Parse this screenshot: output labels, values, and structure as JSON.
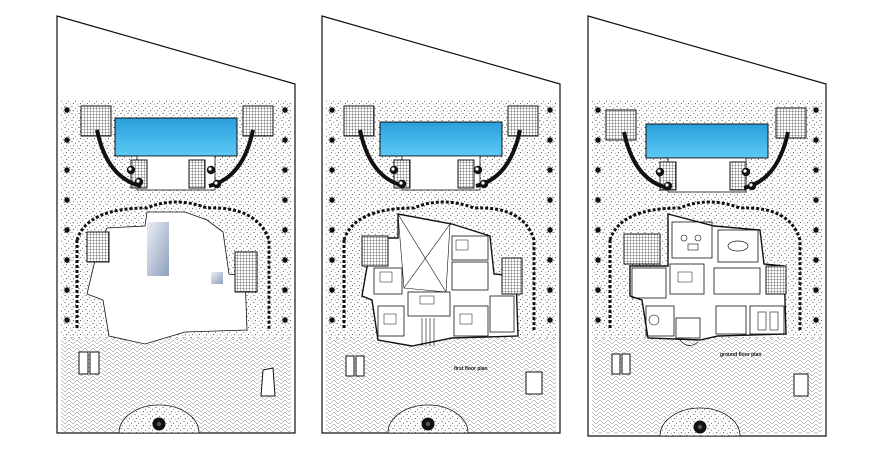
{
  "canvas": {
    "background": "#ffffff"
  },
  "colors": {
    "line": "#111111",
    "pool": "#39b6ee",
    "pool_deep": "#1f8fcf",
    "paving": "#8c8c8c",
    "gravel": "#9a9a9a"
  },
  "sheets": [
    {
      "id": "site-roof",
      "caption": ""
    },
    {
      "id": "site-first-floor",
      "caption": "first floor plan"
    },
    {
      "id": "site-ground-floor",
      "caption": "ground floor plan"
    }
  ]
}
